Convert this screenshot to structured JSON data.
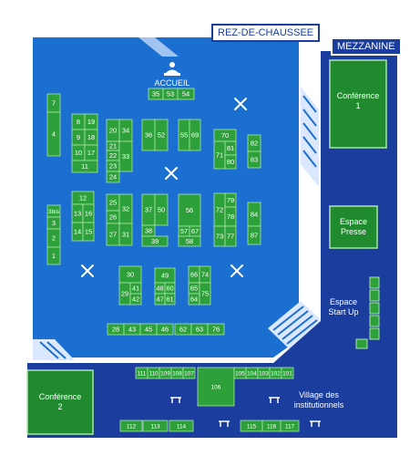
{
  "labels": {
    "ground_floor": "REZ-DE-CHAUSSEE",
    "mezzanine": "MEZZANINE",
    "reception": "ACCUEIL",
    "conference_1": "Conférence\n1",
    "conference_2": "Conférence\n2",
    "press_area": "Espace\nPresse",
    "startup_area": "Espace\nStart Up",
    "institutional_village": "Village des\ninstitutionnels"
  },
  "stands": [
    {
      "id": "s35",
      "label": "35"
    },
    {
      "id": "s53",
      "label": "53"
    },
    {
      "id": "s54",
      "label": "54"
    },
    {
      "id": "s7",
      "label": "7"
    },
    {
      "id": "s4",
      "label": "4"
    },
    {
      "id": "s8",
      "label": "8"
    },
    {
      "id": "s19",
      "label": "19"
    },
    {
      "id": "s9",
      "label": "9"
    },
    {
      "id": "s18",
      "label": "18"
    },
    {
      "id": "s10",
      "label": "10"
    },
    {
      "id": "s17",
      "label": "17"
    },
    {
      "id": "s11",
      "label": "11"
    },
    {
      "id": "s20",
      "label": "20"
    },
    {
      "id": "s34",
      "label": "34"
    },
    {
      "id": "s21",
      "label": "21"
    },
    {
      "id": "s22",
      "label": "22"
    },
    {
      "id": "s33",
      "label": "33"
    },
    {
      "id": "s23",
      "label": "23"
    },
    {
      "id": "s24",
      "label": "24"
    },
    {
      "id": "s36",
      "label": "36"
    },
    {
      "id": "s52",
      "label": "52"
    },
    {
      "id": "s55",
      "label": "55"
    },
    {
      "id": "s69",
      "label": "69"
    },
    {
      "id": "s70",
      "label": "70"
    },
    {
      "id": "s81",
      "label": "81"
    },
    {
      "id": "s71",
      "label": "71"
    },
    {
      "id": "s80",
      "label": "80"
    },
    {
      "id": "s82",
      "label": "82"
    },
    {
      "id": "s83",
      "label": "83"
    },
    {
      "id": "s12",
      "label": "12"
    },
    {
      "id": "s13",
      "label": "13"
    },
    {
      "id": "s16",
      "label": "16"
    },
    {
      "id": "s14",
      "label": "14"
    },
    {
      "id": "s15",
      "label": "15"
    },
    {
      "id": "s3bis",
      "label": "3bis"
    },
    {
      "id": "s3",
      "label": "3"
    },
    {
      "id": "s2",
      "label": "2"
    },
    {
      "id": "s1",
      "label": "1"
    },
    {
      "id": "s25",
      "label": "25"
    },
    {
      "id": "s32",
      "label": "32"
    },
    {
      "id": "s26",
      "label": "26"
    },
    {
      "id": "s27",
      "label": "27"
    },
    {
      "id": "s31",
      "label": "31"
    },
    {
      "id": "s37",
      "label": "37"
    },
    {
      "id": "s50",
      "label": "50"
    },
    {
      "id": "s38",
      "label": "38"
    },
    {
      "id": "s39",
      "label": "39"
    },
    {
      "id": "s56",
      "label": "56"
    },
    {
      "id": "s57",
      "label": "57"
    },
    {
      "id": "s67",
      "label": "67"
    },
    {
      "id": "s58",
      "label": "58"
    },
    {
      "id": "s79",
      "label": "79"
    },
    {
      "id": "s72",
      "label": "72"
    },
    {
      "id": "s78",
      "label": "78"
    },
    {
      "id": "s73",
      "label": "73"
    },
    {
      "id": "s77",
      "label": "77"
    },
    {
      "id": "s84",
      "label": "84"
    },
    {
      "id": "s87",
      "label": "87"
    },
    {
      "id": "s30",
      "label": "30"
    },
    {
      "id": "s29",
      "label": "29"
    },
    {
      "id": "s41",
      "label": "41"
    },
    {
      "id": "s42",
      "label": "42"
    },
    {
      "id": "s49",
      "label": "49"
    },
    {
      "id": "s48",
      "label": "48"
    },
    {
      "id": "s60",
      "label": "60"
    },
    {
      "id": "s47",
      "label": "47"
    },
    {
      "id": "s61",
      "label": "61"
    },
    {
      "id": "s66",
      "label": "66"
    },
    {
      "id": "s74",
      "label": "74"
    },
    {
      "id": "s65",
      "label": "65"
    },
    {
      "id": "s64",
      "label": "64"
    },
    {
      "id": "s75",
      "label": "75"
    },
    {
      "id": "s28",
      "label": "28"
    },
    {
      "id": "s43",
      "label": "43"
    },
    {
      "id": "s45",
      "label": "45"
    },
    {
      "id": "s46",
      "label": "46"
    },
    {
      "id": "s62",
      "label": "62"
    },
    {
      "id": "s63",
      "label": "63"
    },
    {
      "id": "s76",
      "label": "76"
    },
    {
      "id": "s111",
      "label": "111"
    },
    {
      "id": "s110",
      "label": "110"
    },
    {
      "id": "s109",
      "label": "109"
    },
    {
      "id": "s108",
      "label": "108"
    },
    {
      "id": "s107",
      "label": "107"
    },
    {
      "id": "s106",
      "label": "106"
    },
    {
      "id": "s105",
      "label": "105"
    },
    {
      "id": "s104",
      "label": "104"
    },
    {
      "id": "s103",
      "label": "103"
    },
    {
      "id": "s102",
      "label": "102"
    },
    {
      "id": "s101",
      "label": "101"
    },
    {
      "id": "s112",
      "label": "112"
    },
    {
      "id": "s113",
      "label": "113"
    },
    {
      "id": "s114",
      "label": "114"
    },
    {
      "id": "s115",
      "label": "115"
    },
    {
      "id": "s116",
      "label": "116"
    },
    {
      "id": "s117",
      "label": "117"
    }
  ],
  "colors": {
    "hall_blue": "#1b6fd1",
    "corridor_blue": "#1a3d9e",
    "stand_green": "#2ea03a",
    "stand_border": "#a8e6a8",
    "room_green": "#1f8a2e"
  },
  "icons": {
    "reception": "person-desk-icon",
    "restaurant": "fork-knife-icon",
    "lounge": "seating-icon"
  }
}
